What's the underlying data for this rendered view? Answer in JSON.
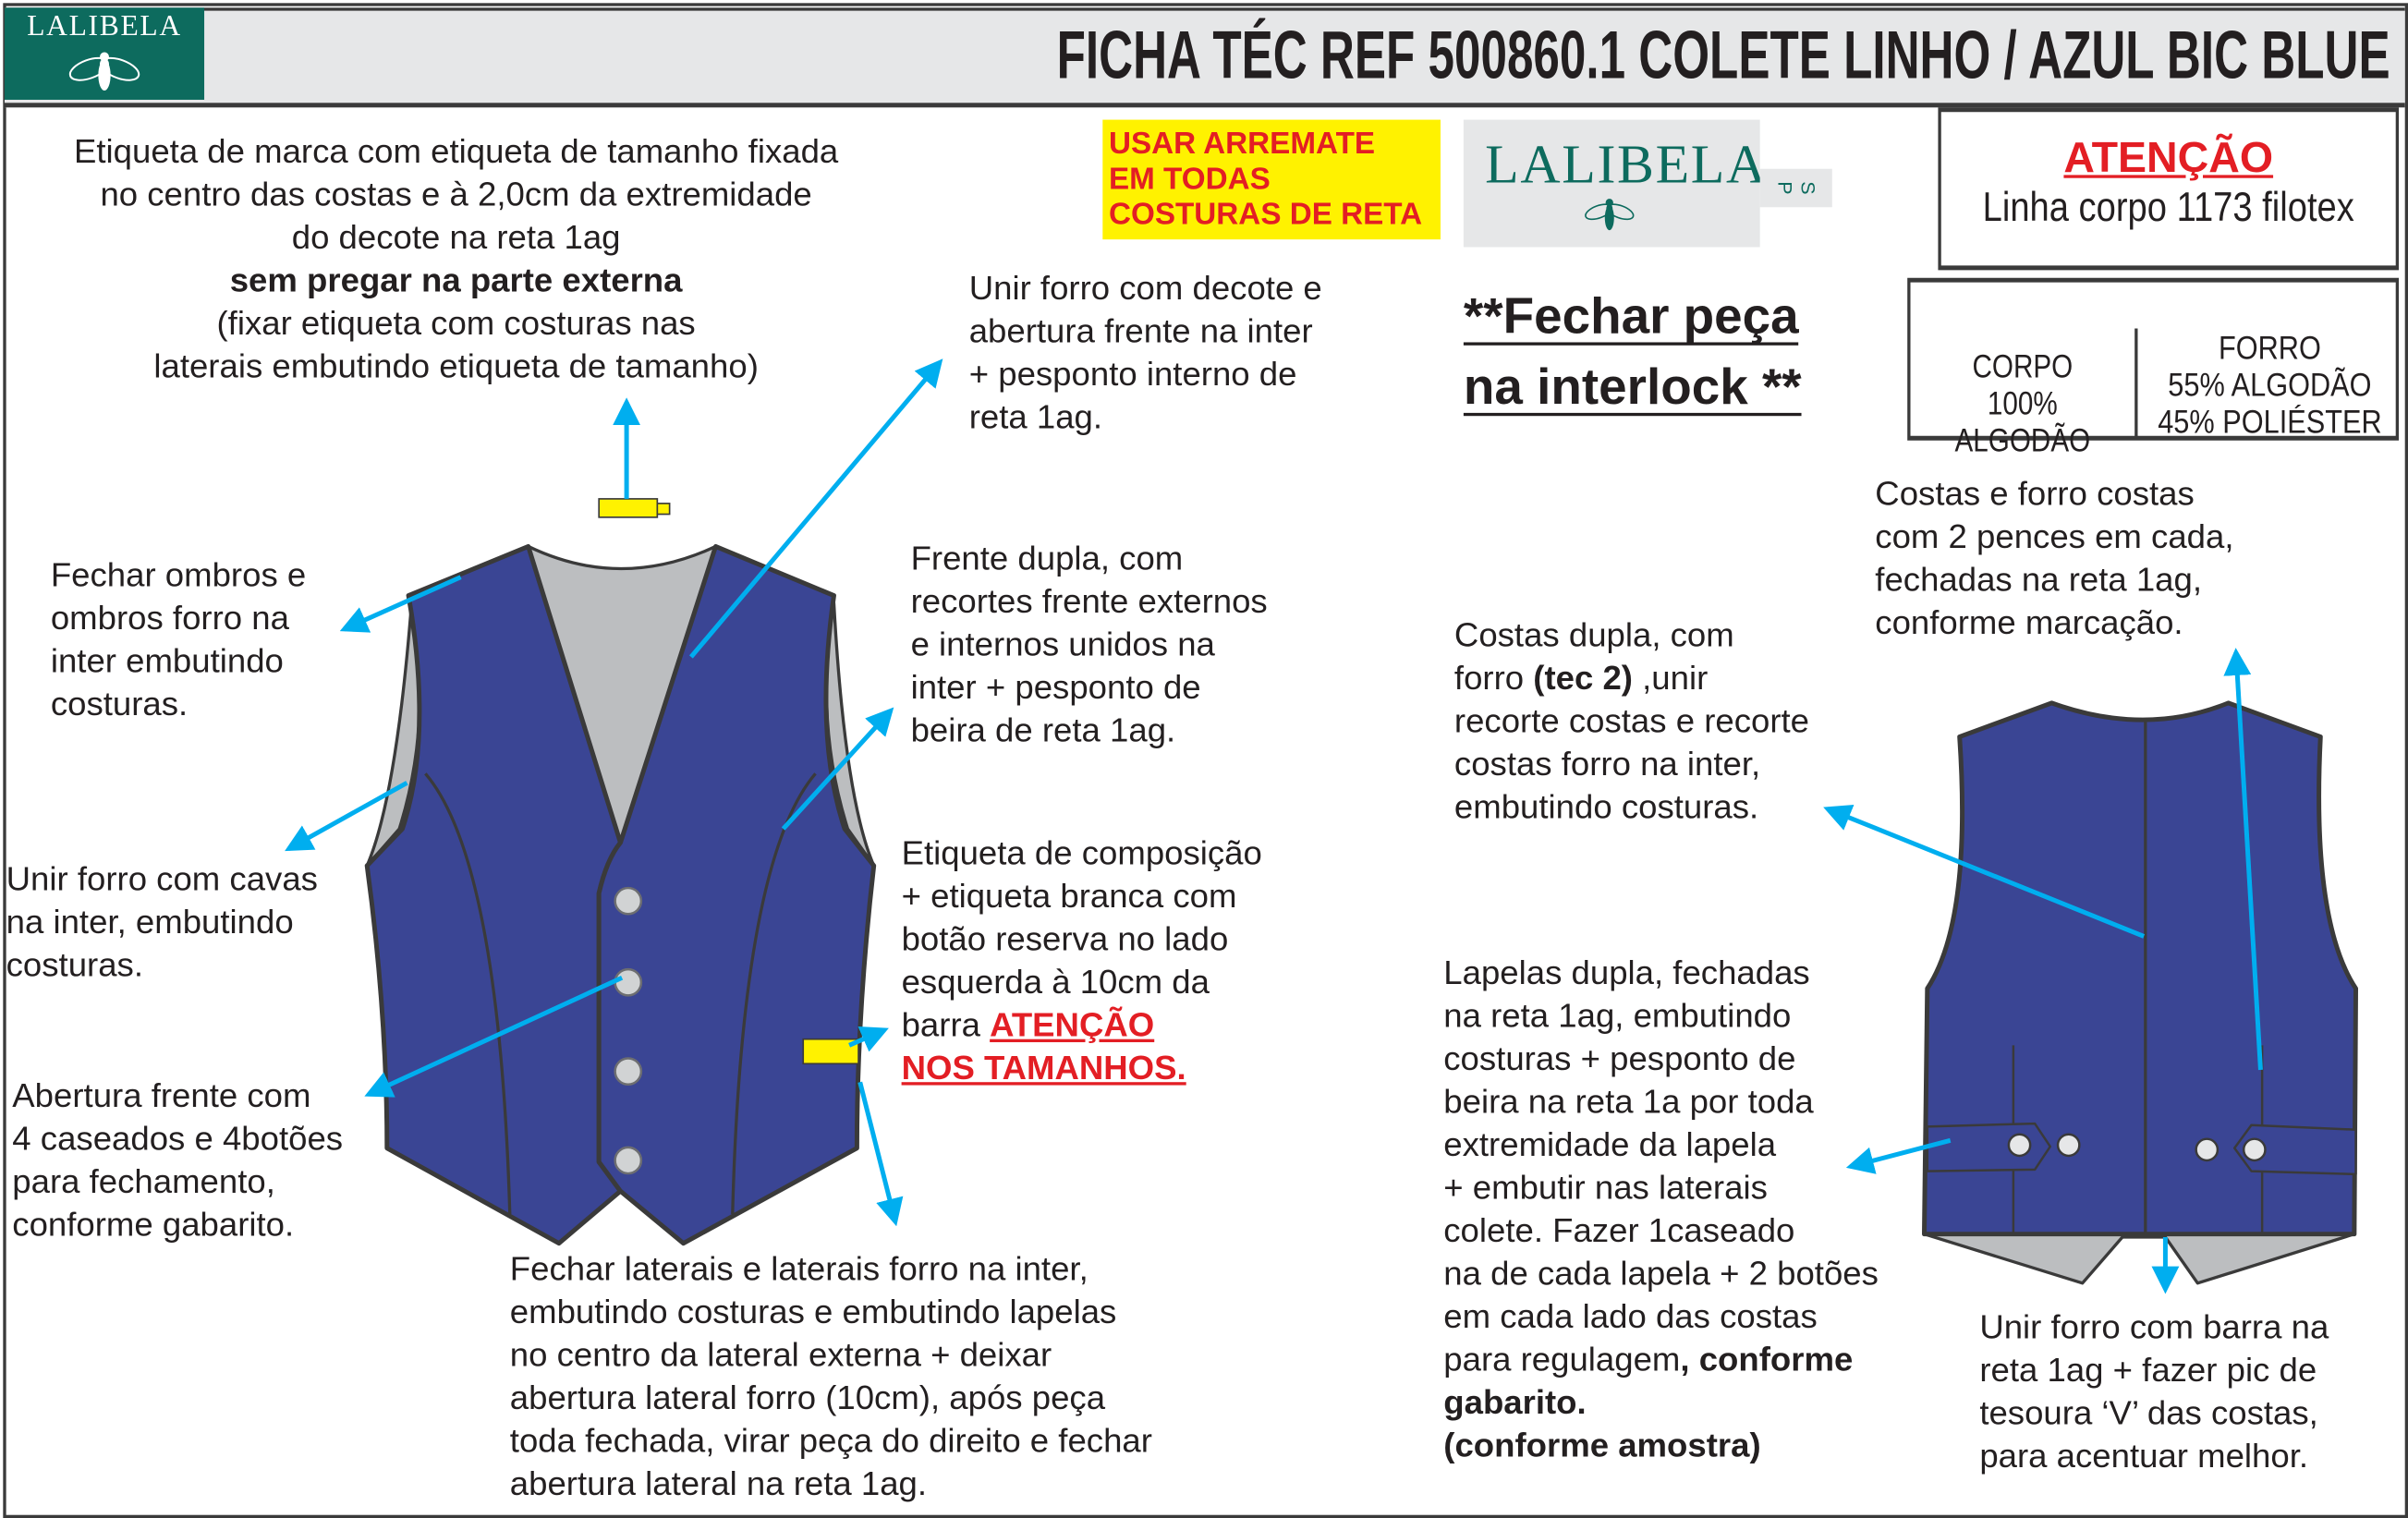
{
  "header": {
    "logo_text": "LALIBELA",
    "title": "FICHA TÉC REF 500860.1 COLETE LINHO / AZUL BIC BLUE"
  },
  "yellow_note": [
    "USAR ARREMATE",
    "EM TODAS",
    "COSTURAS DE RETA"
  ],
  "brand_label": {
    "logo_text": "LALIBELA",
    "size_letters": [
      "P",
      "S"
    ]
  },
  "attention_box": {
    "heading": "ATENÇÃO",
    "text": "Linha corpo 1173 filotex"
  },
  "composition": {
    "body_label": "CORPO",
    "body_value": "100% ALGODÃO",
    "lining_label": "FORRO",
    "lining_values": [
      "55% ALGODÃO",
      "45% POLIÉSTER"
    ]
  },
  "close_note": [
    "**Fechar peça",
    "na interlock **"
  ],
  "notes": {
    "brand_label": [
      [
        "Etiqueta de marca com etiqueta de tamanho fixada"
      ],
      [
        "no centro das costas e à 2,0cm da extremidade"
      ],
      [
        "do decote na reta 1ag"
      ],
      [
        {
          "t": "sem pregar na parte externa",
          "s": "b"
        }
      ],
      [
        "(fixar etiqueta com costuras nas"
      ],
      [
        "laterais embutindo etiqueta de tamanho)"
      ]
    ],
    "neckline_lining": [
      [
        "Unir forro com decote e"
      ],
      [
        "abertura frente na inter"
      ],
      [
        "+ pesponto interno de"
      ],
      [
        "reta 1ag."
      ]
    ],
    "shoulders": [
      [
        "Fechar ombros e"
      ],
      [
        "ombros forro na"
      ],
      [
        "inter embutindo"
      ],
      [
        "costuras."
      ]
    ],
    "double_front": [
      [
        "Frente dupla, com"
      ],
      [
        "recortes frente externos"
      ],
      [
        "e internos unidos na"
      ],
      [
        "inter + pesponto de"
      ],
      [
        "beira de reta 1ag."
      ]
    ],
    "armholes": [
      [
        "Unir forro com cavas"
      ],
      [
        "na inter, embutindo"
      ],
      [
        "costuras."
      ]
    ],
    "composition_label": [
      [
        "Etiqueta de composição"
      ],
      [
        "+ etiqueta branca com"
      ],
      [
        "botão reserva no lado"
      ],
      [
        "esquerda à 10cm da"
      ],
      [
        "barra ",
        {
          "t": "ATENÇÃO",
          "s": "r"
        }
      ],
      [
        {
          "t": "NOS TAMANHOS.",
          "s": "r"
        }
      ]
    ],
    "front_opening": [
      [
        "Abertura frente com"
      ],
      [
        "4 caseados e 4botões"
      ],
      [
        "para fechamento,"
      ],
      [
        "conforme gabarito."
      ]
    ],
    "sides": [
      [
        "Fechar laterais e laterais forro na inter,"
      ],
      [
        "embutindo costuras e embutindo lapelas"
      ],
      [
        "no centro da lateral externa + deixar"
      ],
      [
        "abertura lateral forro (10cm), após peça"
      ],
      [
        "toda fechada, virar peça do direito e fechar"
      ],
      [
        "abertura lateral na reta 1ag."
      ]
    ],
    "double_back": [
      [
        "Costas dupla, com"
      ],
      [
        "forro ",
        {
          "t": "(tec 2)",
          "s": "b"
        },
        " ,unir"
      ],
      [
        "recorte costas e recorte"
      ],
      [
        "costas forro na inter,"
      ],
      [
        "embutindo costuras."
      ]
    ],
    "back_darts": [
      [
        "Costas e forro costas"
      ],
      [
        "com 2 pences em cada,"
      ],
      [
        "fechadas na reta 1ag,"
      ],
      [
        "conforme marcação."
      ]
    ],
    "tabs": [
      [
        "Lapelas dupla, fechadas"
      ],
      [
        "na reta 1ag, embutindo"
      ],
      [
        "costuras + pesponto de"
      ],
      [
        "beira na reta 1a por toda"
      ],
      [
        "extremidade da lapela"
      ],
      [
        "+ embutir nas laterais"
      ],
      [
        "colete. Fazer 1caseado"
      ],
      [
        "na de cada lapela + 2 botões"
      ],
      [
        "em cada lado das costas"
      ],
      [
        "para regulagem",
        {
          "t": ", conforme",
          "s": "b"
        }
      ],
      [
        {
          "t": "gabarito.",
          "s": "b"
        }
      ],
      [
        {
          "t": "(conforme amostra)",
          "s": "b"
        }
      ]
    ],
    "hem": [
      [
        "Unir forro com barra na"
      ],
      [
        "reta 1ag + fazer pic de"
      ],
      [
        "tesoura ‘V’ das costas,"
      ],
      [
        "para acentuar melhor."
      ]
    ]
  },
  "colors": {
    "vest": "#3a4594",
    "lining": "#bcbec0",
    "arrow": "#00aeef",
    "label": "#fff200",
    "brand": "#0d6b5e",
    "alert": "#e31e24"
  }
}
